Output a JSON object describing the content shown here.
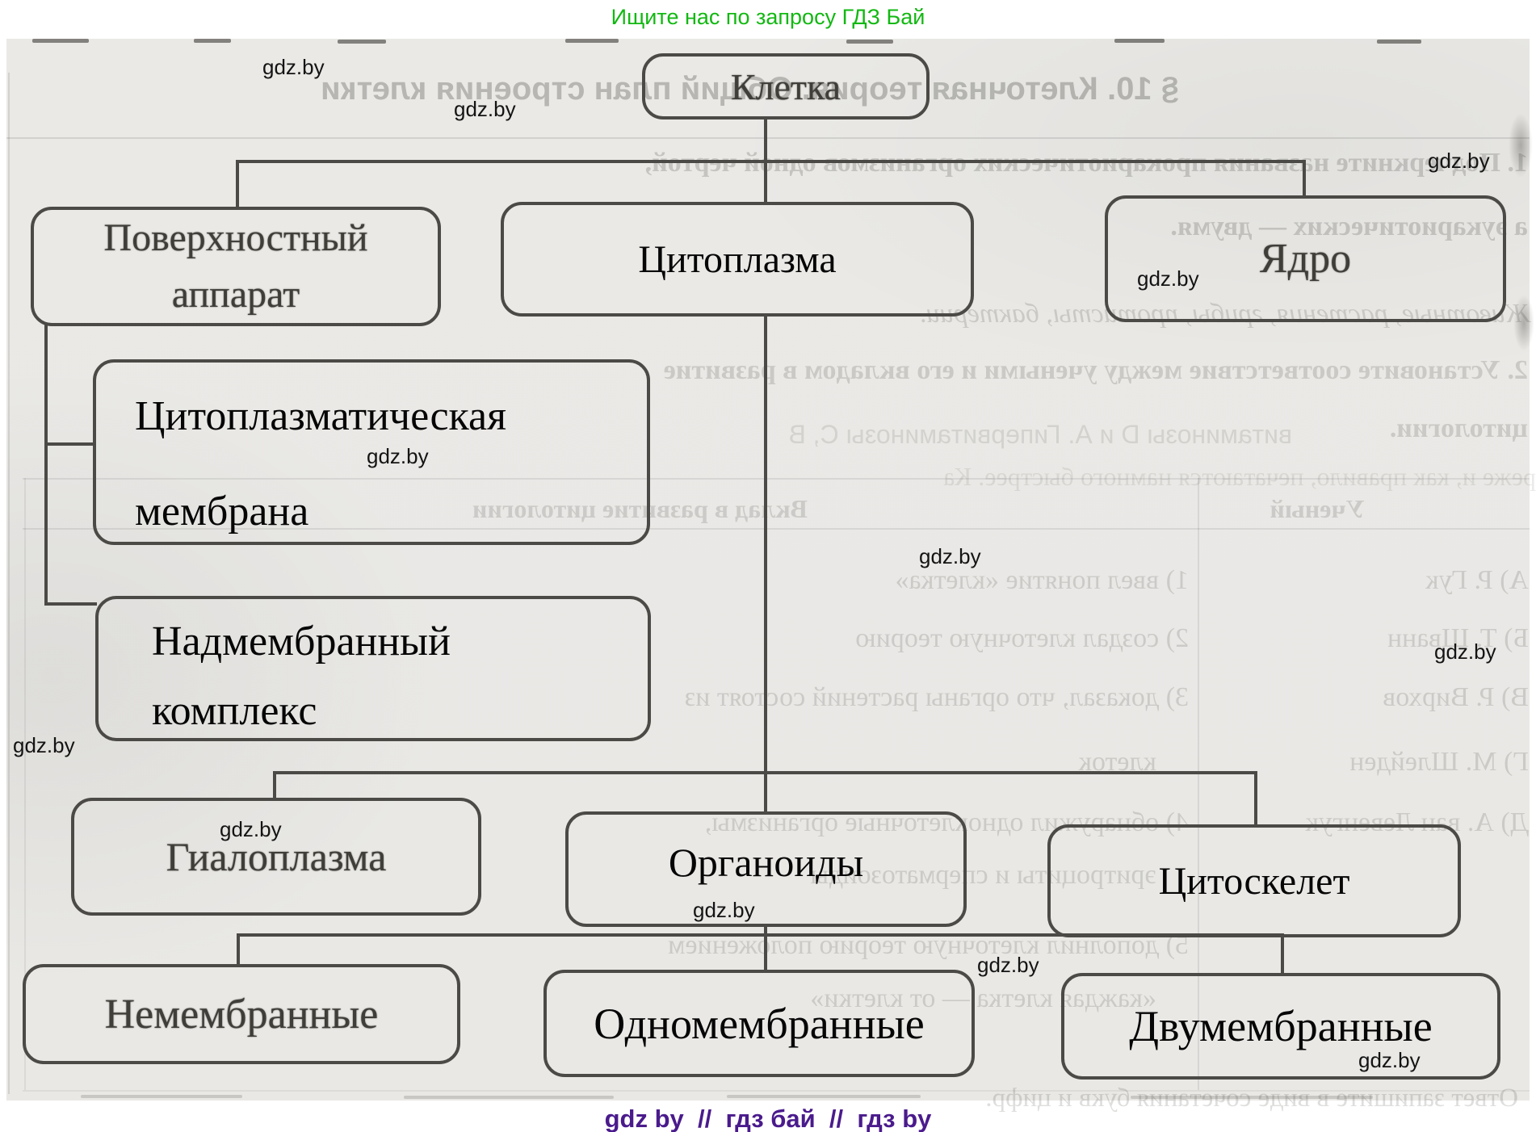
{
  "header": {
    "promo_text": "Ищите нас по запросу ГДЗ Бай",
    "color": "#12b812"
  },
  "footer": {
    "text": "gdz by  //  гдз бай  //  гдз by",
    "color": "#4a1b8c"
  },
  "watermark": {
    "text": "gdz.by"
  },
  "diagram": {
    "boxes": [
      {
        "id": "cell",
        "label": "Клетка"
      },
      {
        "id": "surface-apparatus",
        "label": "Поверхностный\nаппарат"
      },
      {
        "id": "cytoplasm",
        "label": "Цитоплазма"
      },
      {
        "id": "nucleus",
        "label": "Ядро"
      },
      {
        "id": "cytoplasmic-membrane",
        "label": "Цитоплазматическая\nмембрана"
      },
      {
        "id": "supramembrane-complex",
        "label": "Надмембранный\nкомплекс"
      },
      {
        "id": "hyaloplasm",
        "label": "Гиалоплазма"
      },
      {
        "id": "organoids",
        "label": "Органоиды"
      },
      {
        "id": "cytoskeleton",
        "label": "Цитоскелет"
      },
      {
        "id": "non-membrane",
        "label": "Немембранные"
      },
      {
        "id": "single-membrane",
        "label": "Одномембранные"
      },
      {
        "id": "double-membrane",
        "label": "Двумембранные"
      }
    ],
    "hierarchy": {
      "Клетка": [
        "Поверхностный аппарат",
        "Цитоплазма",
        "Ядро"
      ],
      "Поверхностный аппарат": [
        "Цитоплазматическая мембрана",
        "Надмембранный комплекс"
      ],
      "Цитоплазма": [
        "Гиалоплазма",
        "Органоиды",
        "Цитоскелет"
      ],
      "Органоиды": [
        "Немембранные",
        "Одномембранные",
        "Двумембранные"
      ]
    }
  },
  "ghost": {
    "lines": [
      {
        "text": "§ 10. Клеточная теория. Общий план строения клетки"
      },
      {
        "text": "1. Подчеркните названия прокариотических организмов одной чертой,"
      },
      {
        "text": "а эукариотических — двумя."
      },
      {
        "text": "Животные, растения, грибы, протисты, бактерии."
      },
      {
        "text": "2. Установите соответствие между учеными и его вкладом в развитие"
      },
      {
        "text": "цитологии."
      },
      {
        "text": "витаминозы D и А. Гипервитаминозы С, В"
      },
      {
        "text": "реже и, как правило, печатаются намного быстрее. Ка"
      },
      {
        "text": "Ученый"
      },
      {
        "text": "Вклад в развитие цитологии"
      },
      {
        "text": "А) Р. Гук"
      },
      {
        "text": "Б) Т. Шванн"
      },
      {
        "text": "В) Р. Вирхов"
      },
      {
        "text": "Г) М. Шлейден"
      },
      {
        "text": "Д) А. ван Левенгук"
      },
      {
        "text": "1) ввел понятие «клетка»"
      },
      {
        "text": "2) создал клеточную теорию"
      },
      {
        "text": "3) доказал, что органы растений состоят из"
      },
      {
        "text": "клеток"
      },
      {
        "text": "4) обнаружил одноклеточные организмы,"
      },
      {
        "text": "эритроциты и сперматозоиды"
      },
      {
        "text": "5) дополнил клеточную теорию положением"
      },
      {
        "text": "«каждая клетка — от клетки»"
      },
      {
        "text": "Ответ запишите в виде сочетания букв и цифр."
      }
    ]
  }
}
